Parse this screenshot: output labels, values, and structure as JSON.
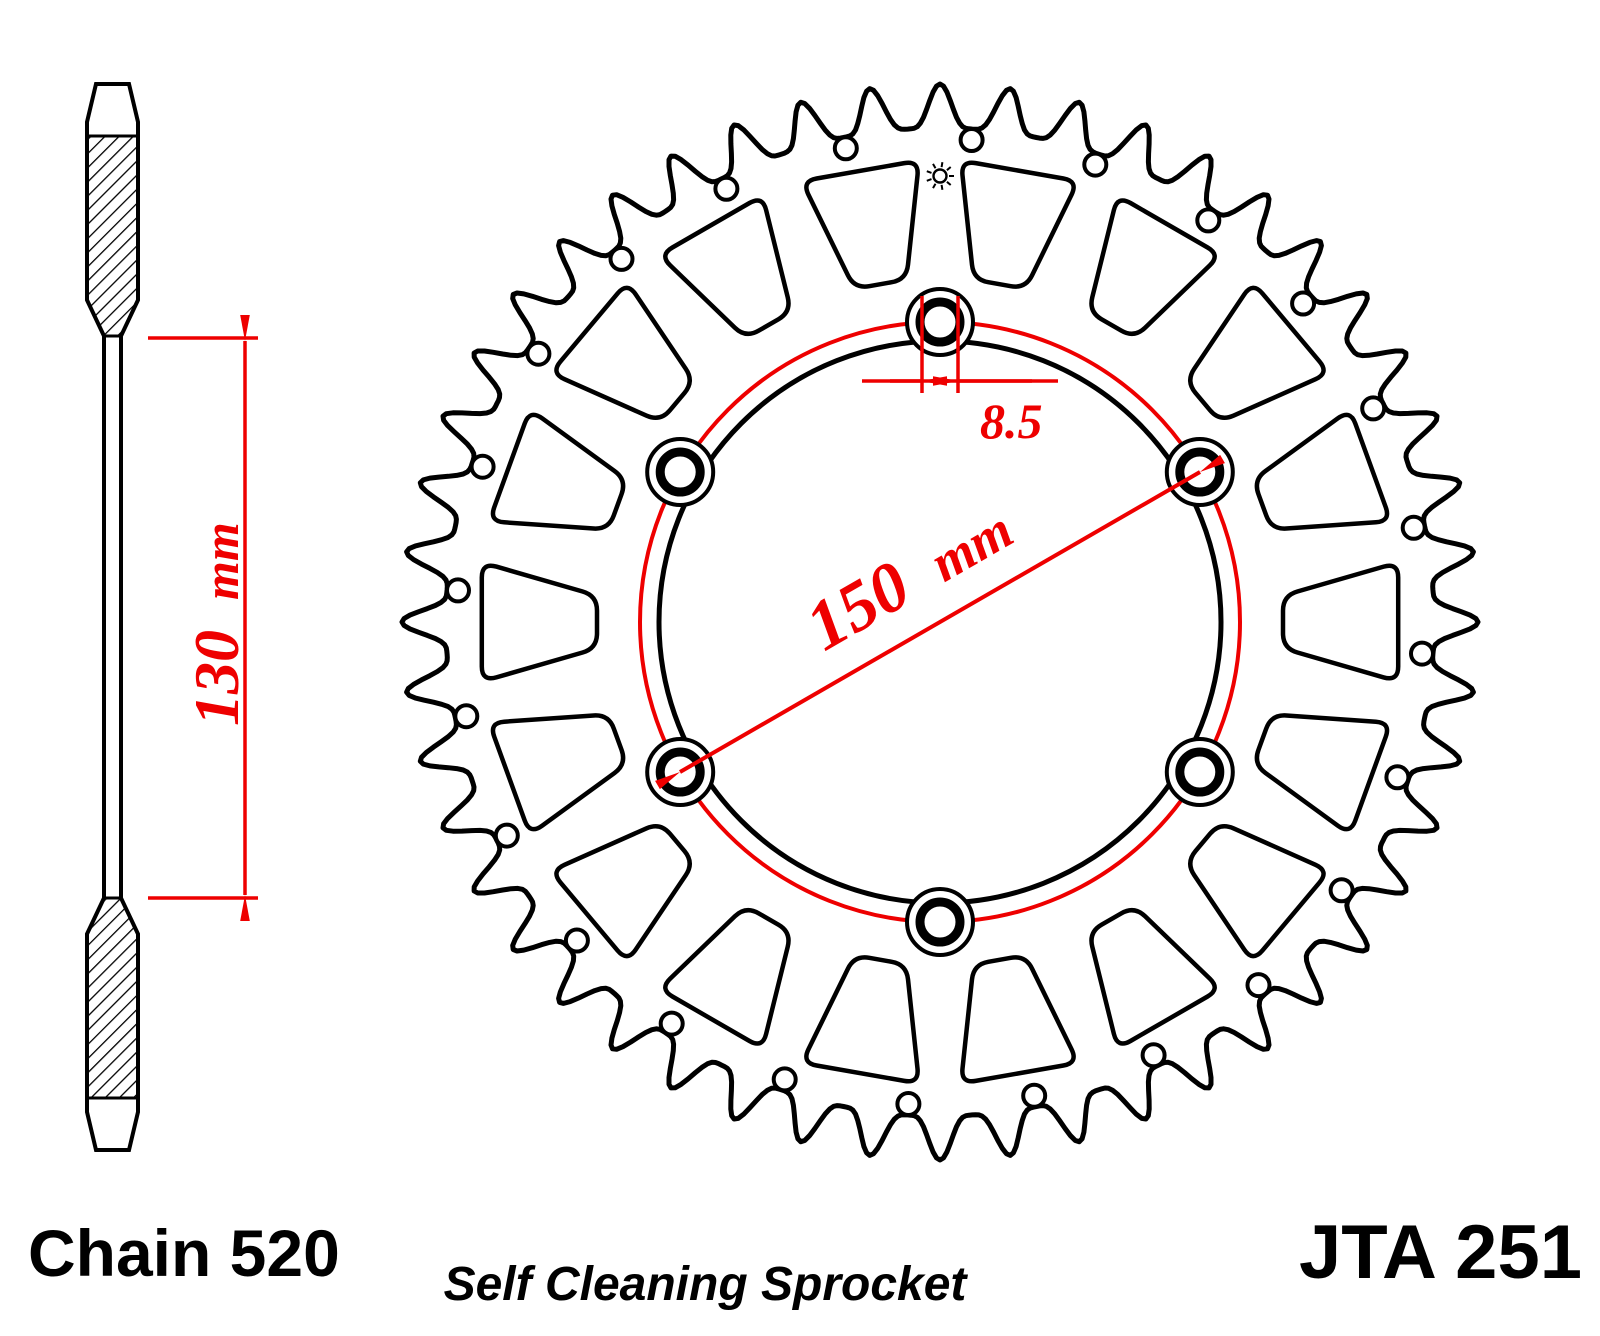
{
  "diagram": {
    "part_number": "JTA 251",
    "chain_label": "Chain 520",
    "subtitle": "Self Cleaning Sprocket"
  },
  "dimensions": {
    "side_height": {
      "value": "130",
      "unit": "mm"
    },
    "bolt_circle_diameter": {
      "value": "150",
      "unit": "mm"
    },
    "bolt_hole_diameter": {
      "value": "8.5"
    }
  },
  "colors": {
    "dimension": "#ee0000",
    "line": "#000000",
    "background": "#ffffff"
  }
}
